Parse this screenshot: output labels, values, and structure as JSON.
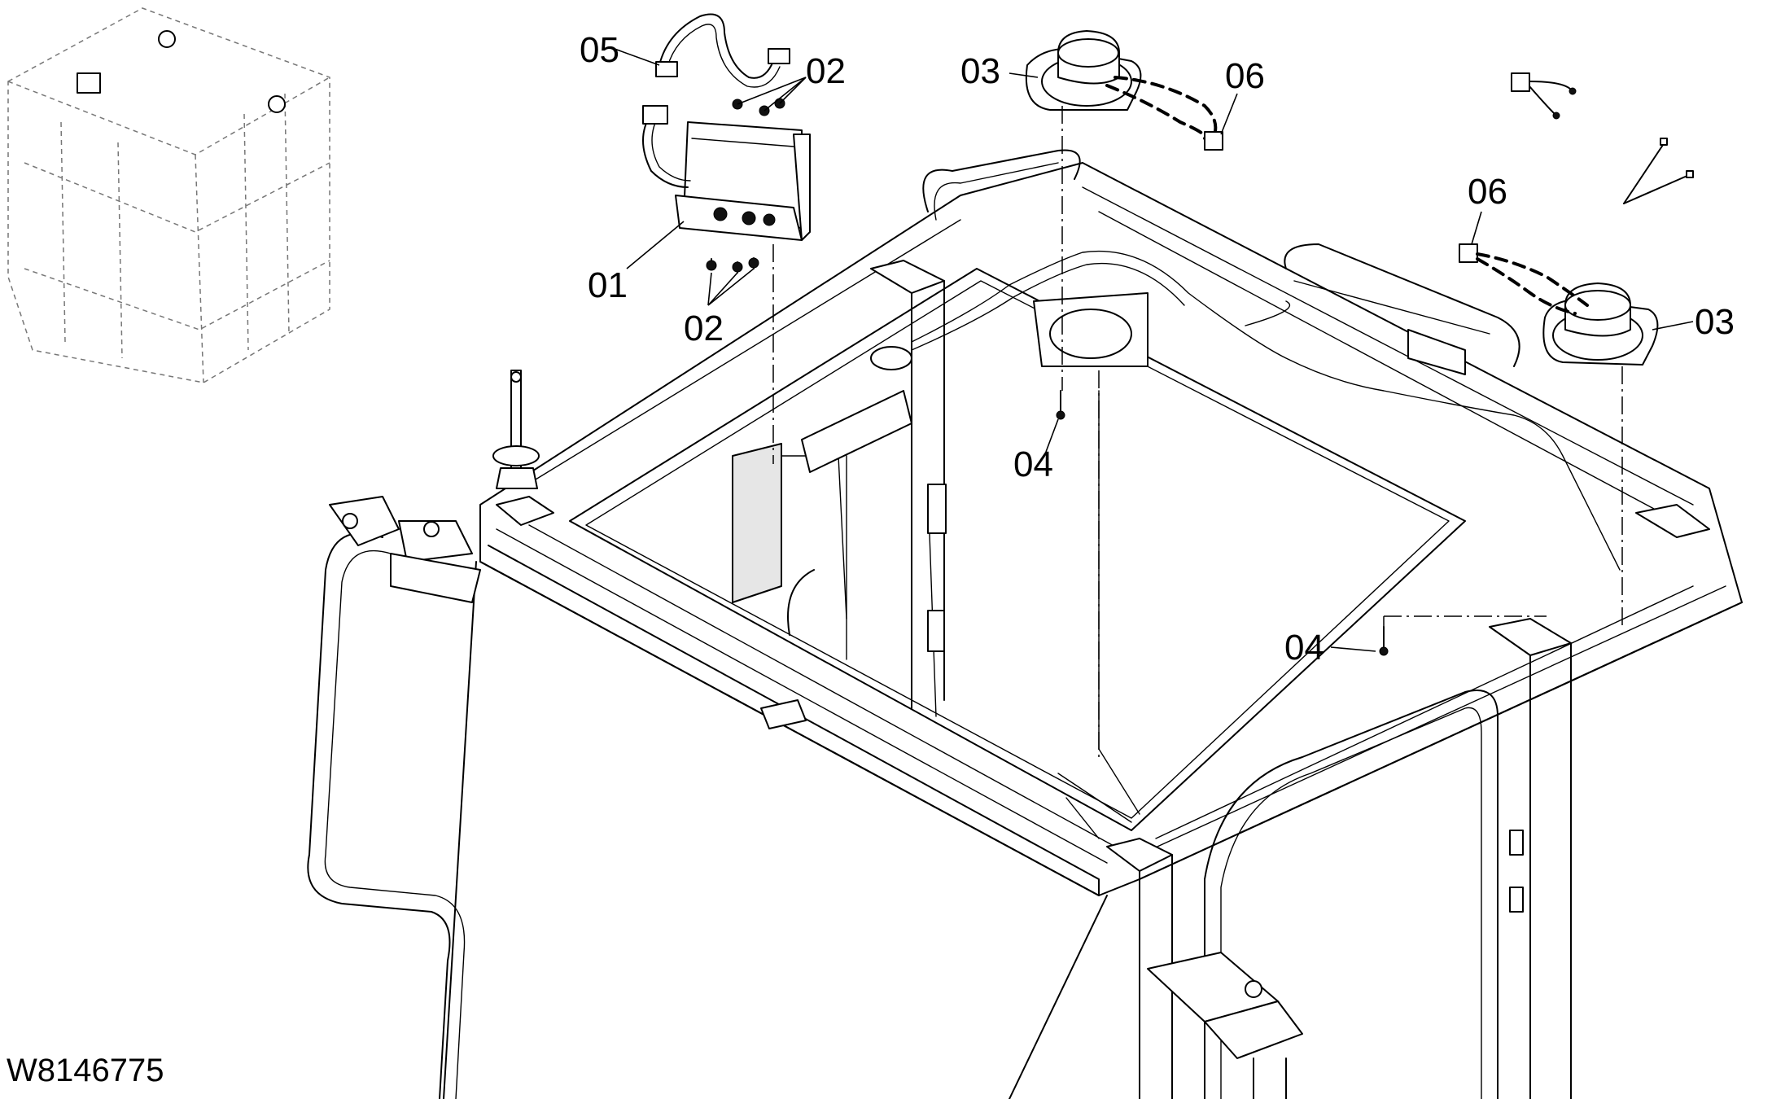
{
  "drawing_number": "W8146775",
  "callouts": {
    "c01": "01",
    "c02a": "02",
    "c02b": "02",
    "c03a": "03",
    "c03b": "03",
    "c04a": "04",
    "c04b": "04",
    "c05": "05",
    "c06a": "06",
    "c06b": "06"
  }
}
